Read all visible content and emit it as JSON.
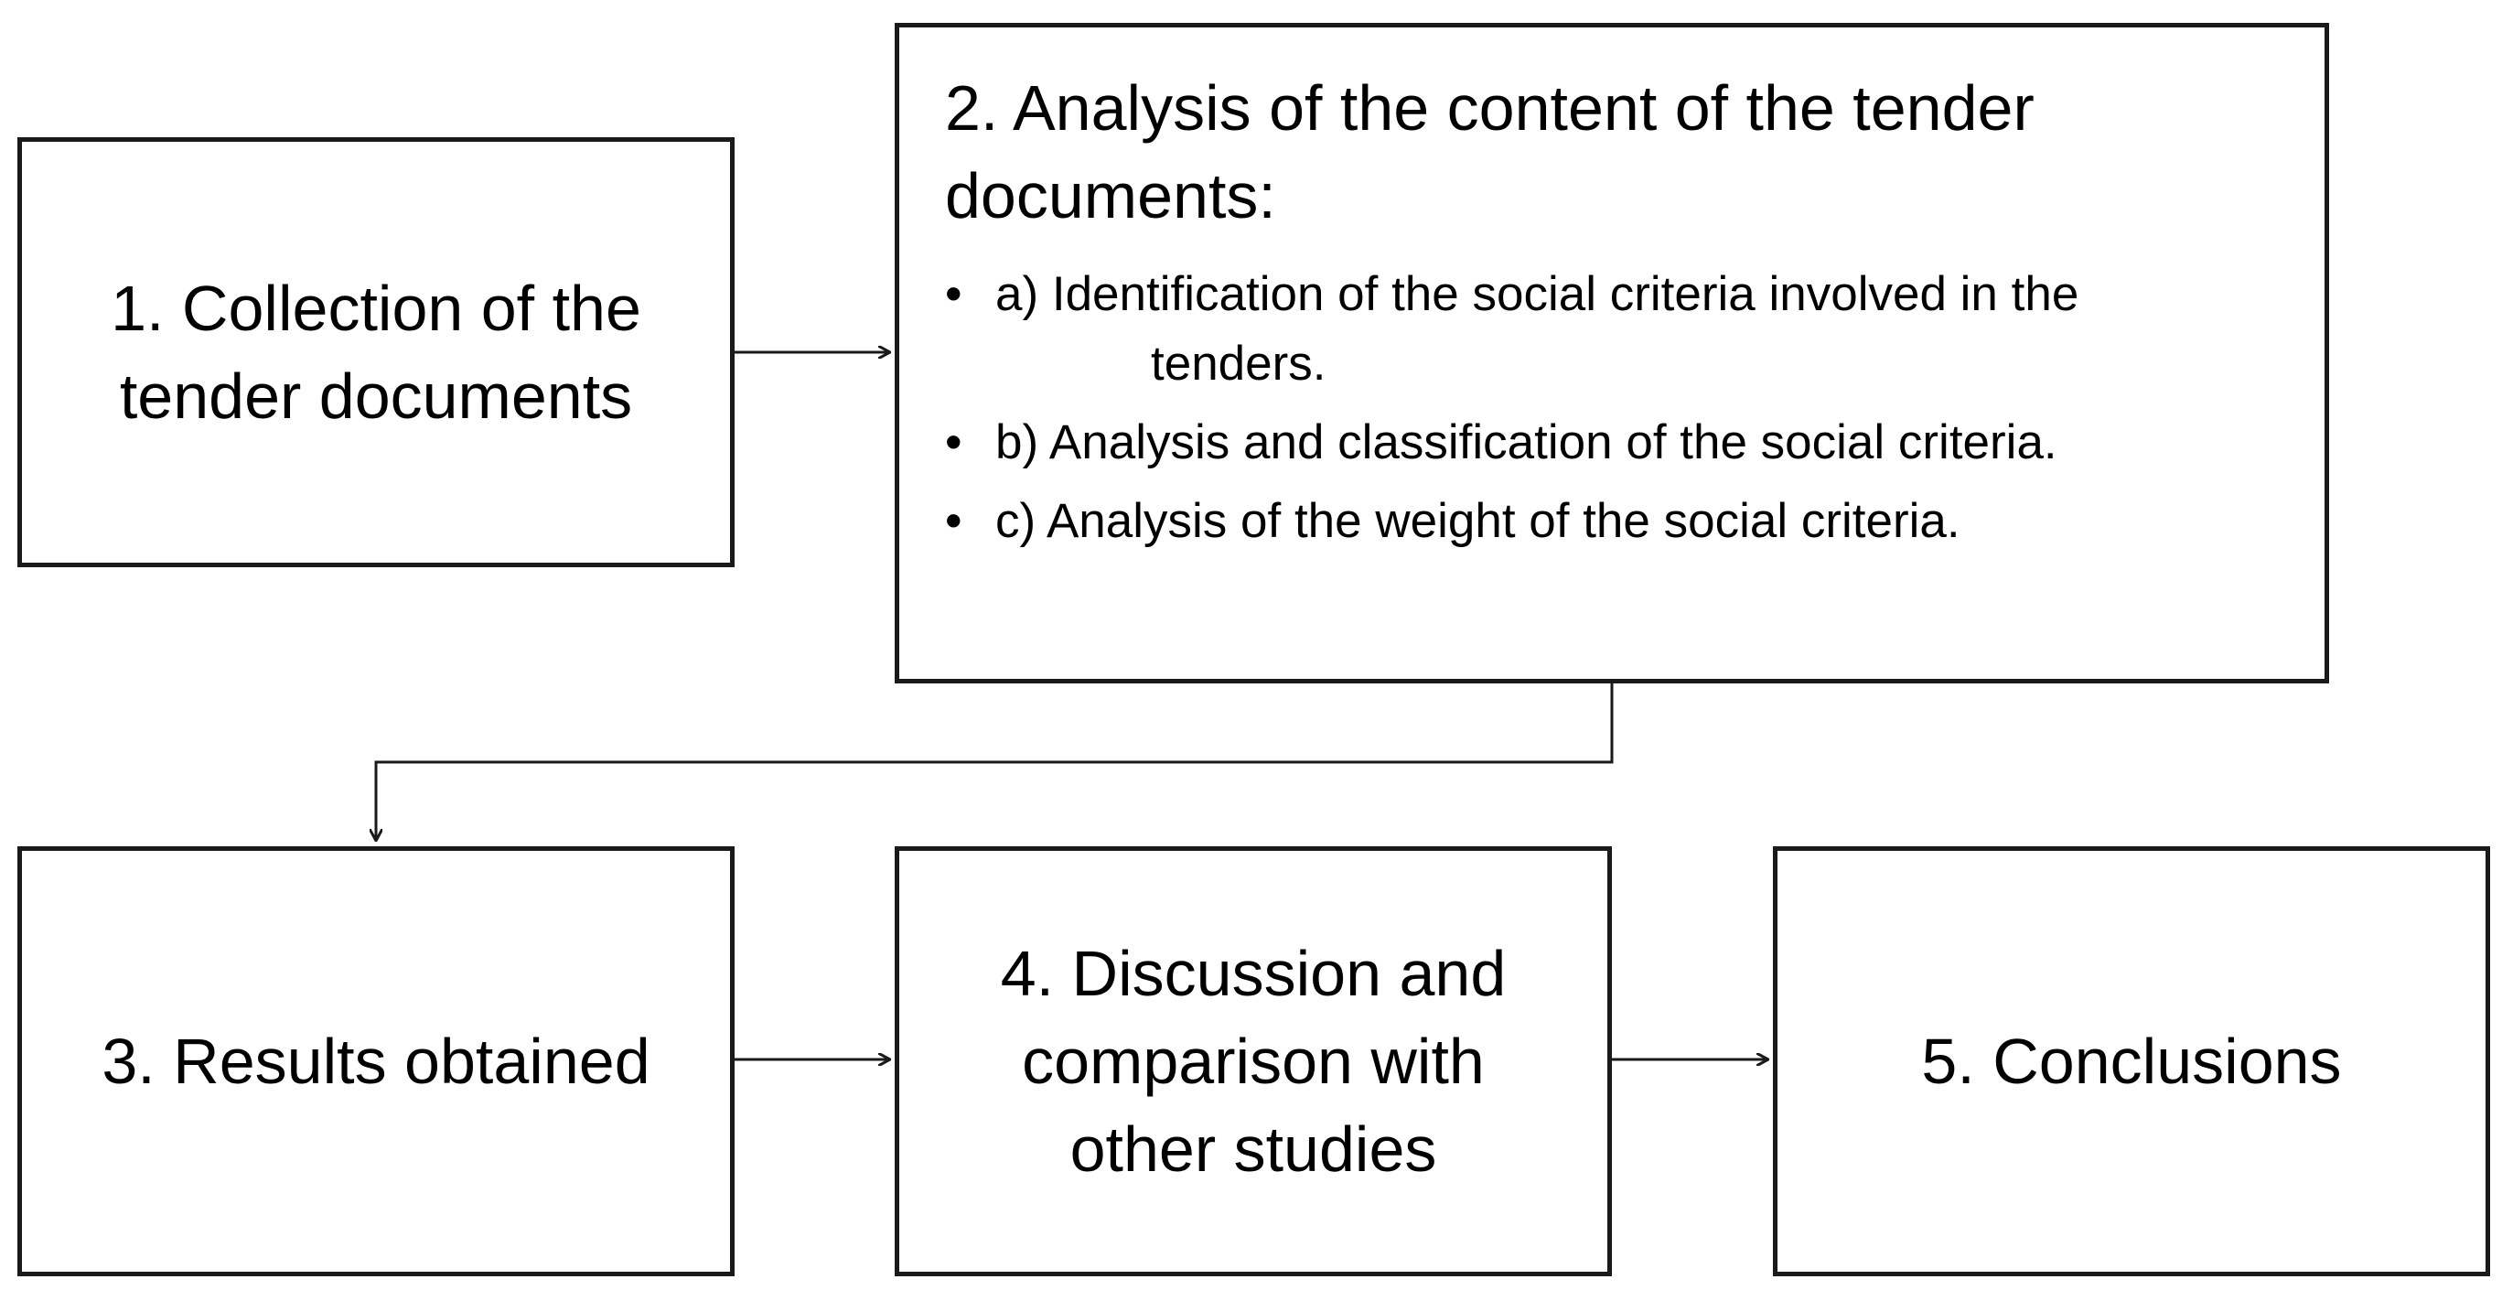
{
  "steps": {
    "step1": {
      "label": "1. Collection of the tender documents"
    },
    "step2": {
      "title": "2. Analysis of the content of the tender documents:",
      "items": [
        {
          "line1": "a) Identification of the social criteria involved in the",
          "line2": "tenders."
        },
        {
          "line1": "b) Analysis and classification of the social criteria."
        },
        {
          "line1": "c) Analysis of the weight of the social criteria."
        }
      ]
    },
    "step3": {
      "label": "3. Results obtained"
    },
    "step4": {
      "label": "4. Discussion and comparison with other studies"
    },
    "step5": {
      "label": "5. Conclusions"
    }
  },
  "bullet_glyph": "•",
  "colors": {
    "stroke": "#1a1a1a",
    "background": "#ffffff"
  }
}
